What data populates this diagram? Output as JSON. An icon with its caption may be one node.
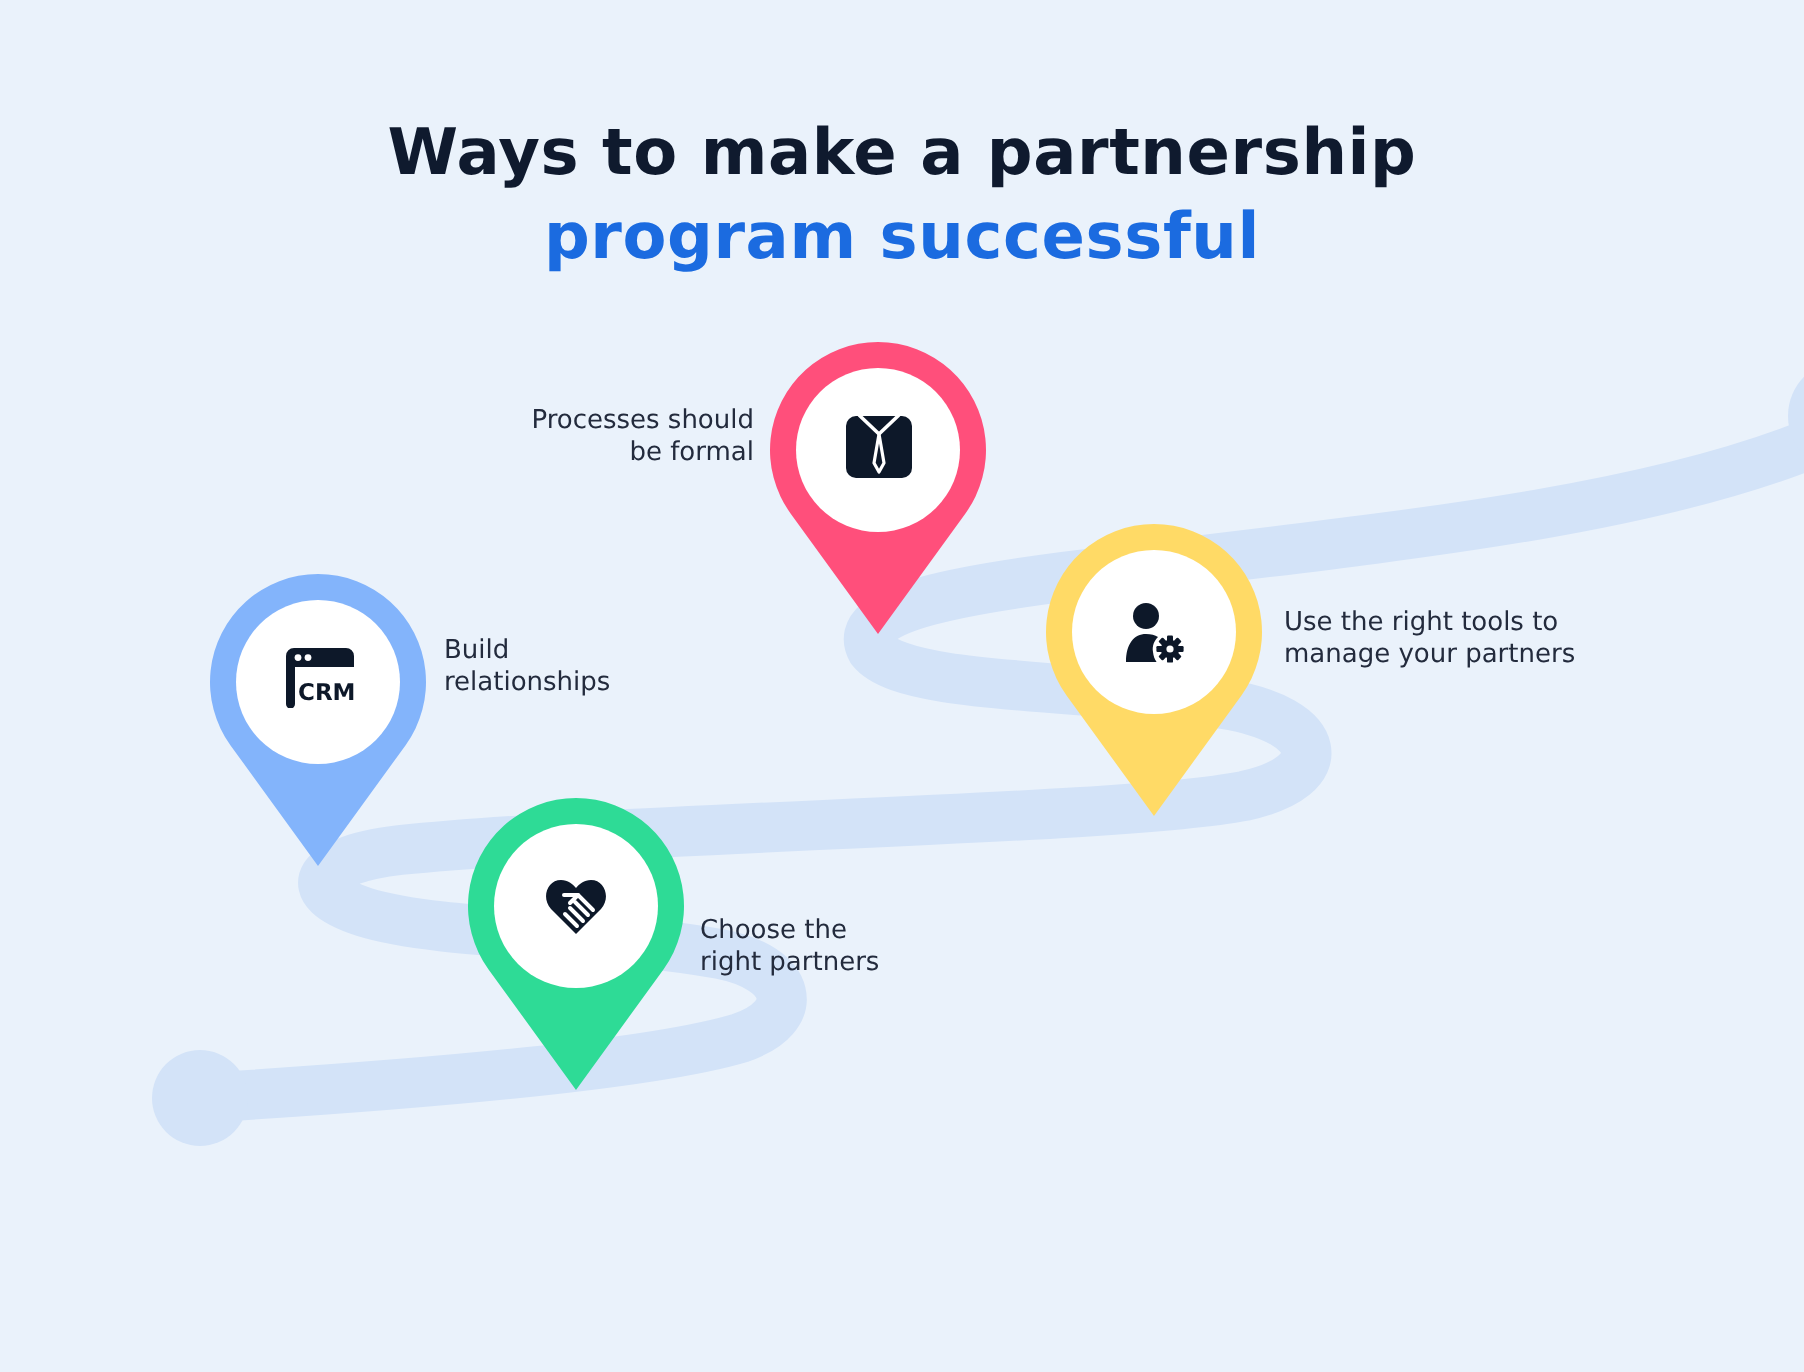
{
  "diagram": {
    "title": "Ways to make a partnership program successful",
    "nodes": [
      {
        "text": [],
        "shape": "pin",
        "beside": [
          "Choose the right partners"
        ]
      },
      {
        "text": [
          "CRM"
        ],
        "beside": [
          "Build relationships"
        ]
      },
      {
        "text": [],
        "shape": "pin",
        "beside": [
          "Use the right tools to manage your partners"
        ]
      },
      {
        "text": [],
        "shape": "pin",
        "beside": [
          "Processes should be formal"
        ]
      }
    ]
  }
}
